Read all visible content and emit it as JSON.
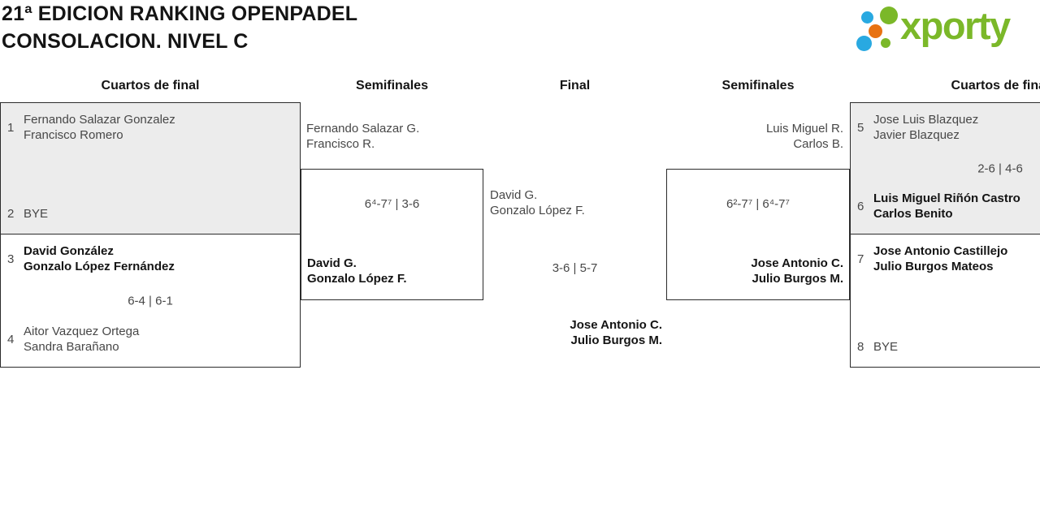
{
  "title": {
    "line1": "21ª EDICION RANKING OPENPADEL",
    "line2": "CONSOLACION. NIVEL C"
  },
  "logo": {
    "brand": "xporty",
    "colors": {
      "green": "#7bb829",
      "blue": "#29a9e1",
      "orange": "#e87211"
    }
  },
  "theme": {
    "shaded_box": "#ececec",
    "border": "#2b2b2b"
  },
  "rounds": {
    "qf_left": "Cuartos de final",
    "sf_left": "Semifinales",
    "final": "Final",
    "sf_right": "Semifinales",
    "qf_right": "Cuartos de final"
  },
  "bracket": {
    "qf_left_1": {
      "seed_a": "1",
      "team_a1": "Fernando Salazar Gonzalez",
      "team_a2": "Francisco Romero",
      "seed_b": "2",
      "team_b1": "BYE"
    },
    "qf_left_2": {
      "seed_a": "3",
      "team_a1": "David González",
      "team_a2": "Gonzalo López Fernández",
      "score": "6-4 | 6-1",
      "seed_b": "4",
      "team_b1": "Aitor Vazquez Ortega",
      "team_b2": "Sandra Barañano"
    },
    "sf_left": {
      "team_a1": "Fernando Salazar G.",
      "team_a2": "Francisco R.",
      "score": "6⁴-7⁷ | 3-6",
      "team_b1": "David G.",
      "team_b2": "Gonzalo López F."
    },
    "final": {
      "team_a1": "David G.",
      "team_a2": "Gonzalo López F.",
      "score": "3-6 | 5-7",
      "team_b1": "Jose Antonio C.",
      "team_b2": "Julio Burgos M."
    },
    "sf_right": {
      "team_a1": "Luis Miguel R.",
      "team_a2": "Carlos B.",
      "score": "6²-7⁷ | 6⁴-7⁷",
      "team_b1": "Jose Antonio C.",
      "team_b2": "Julio Burgos M."
    },
    "qf_right_1": {
      "seed_a": "5",
      "team_a1": "Jose Luis Blazquez",
      "team_a2": "Javier Blazquez",
      "score": "2-6 | 4-6",
      "seed_b": "6",
      "team_b1": "Luis Miguel Riñón Castro",
      "team_b2": "Carlos Benito"
    },
    "qf_right_2": {
      "seed_a": "7",
      "team_a1": "Jose Antonio Castillejo",
      "team_a2": "Julio Burgos Mateos",
      "seed_b": "8",
      "team_b1": "BYE"
    }
  }
}
